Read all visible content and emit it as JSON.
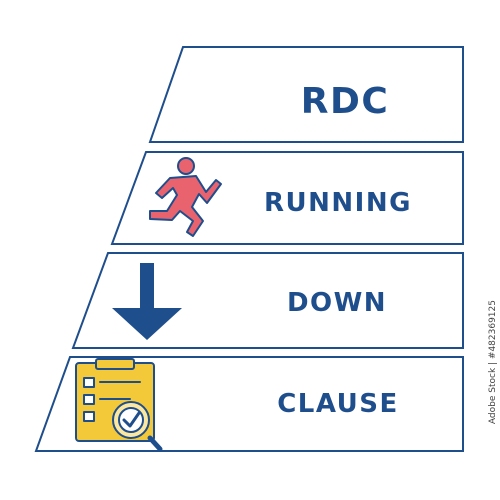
{
  "diagram": {
    "title": "RDC",
    "tiers": [
      {
        "label": "RUNNING",
        "icon": "running-person-icon"
      },
      {
        "label": "DOWN",
        "icon": "down-arrow-icon"
      },
      {
        "label": "CLAUSE",
        "icon": "checklist-magnifier-icon"
      }
    ]
  },
  "watermark": {
    "stock_id": "Adobe Stock | #482369125"
  },
  "colors": {
    "outline": "#1f4e8c",
    "text": "#1f4e8c",
    "runner": "#e9636f",
    "arrow": "#1f4e8c",
    "clipboard": "#f3c93a"
  }
}
